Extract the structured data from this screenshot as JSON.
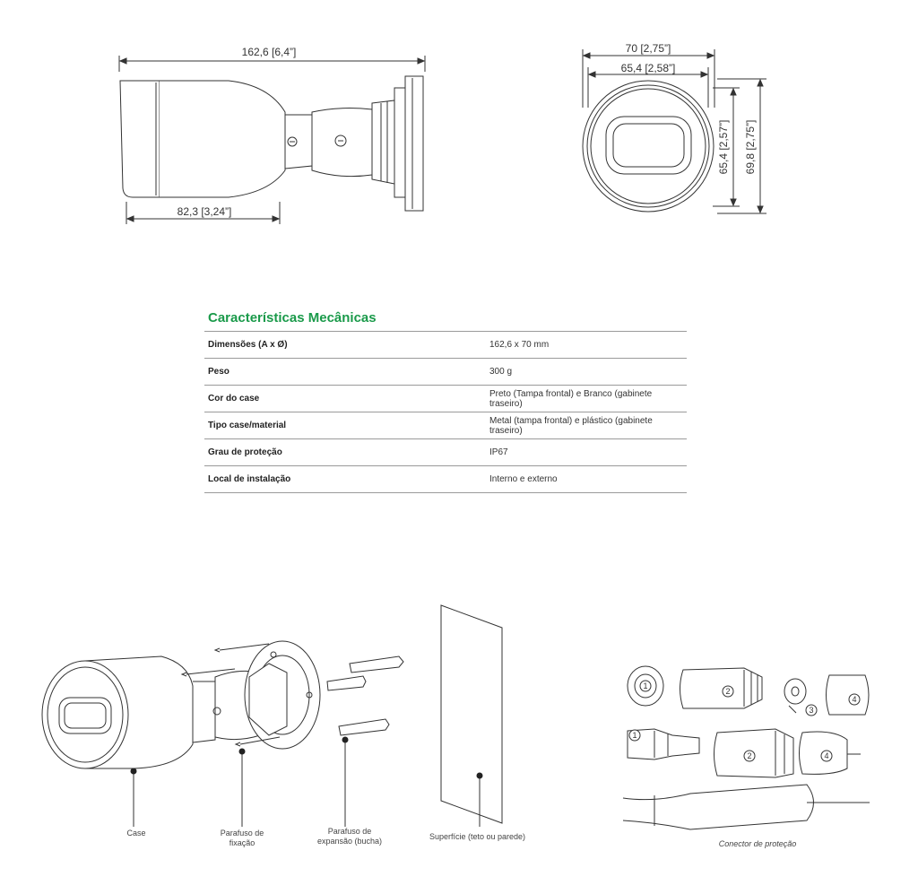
{
  "dimensions": {
    "total_length": "162,6 [6,4”]",
    "front_length": "82,3 [3,24”]",
    "outer_width": "70 [2,75”]",
    "inner_width": "65,4 [2,58”]",
    "inner_height": "65,4 [2,57”]",
    "outer_height": "69,8 [2,75”]"
  },
  "specs": {
    "title": "Características Mecânicas",
    "rows": [
      {
        "label": "Dimensões (A x Ø)",
        "value": "162,6 x 70 mm"
      },
      {
        "label": "Peso",
        "value": "300 g"
      },
      {
        "label": "Cor do case",
        "value": "Preto (Tampa frontal) e Branco (gabinete traseiro)"
      },
      {
        "label": "Tipo case/material",
        "value": "Metal (tampa frontal) e plástico (gabinete traseiro)"
      },
      {
        "label": "Grau de proteção",
        "value": "IP67"
      },
      {
        "label": "Local de instalação",
        "value": "Interno e externo"
      }
    ]
  },
  "installation": {
    "case": "Case",
    "fix_screw_1": "Parafuso de",
    "fix_screw_2": "fixação",
    "expansion_1": "Parafuso de",
    "expansion_2": "expansão (bucha)",
    "surface": "Superfície (teto ou parede)"
  },
  "connector": {
    "caption": "Conector de proteção",
    "n1": "1",
    "n2": "2",
    "n3": "3",
    "n4": "4"
  }
}
